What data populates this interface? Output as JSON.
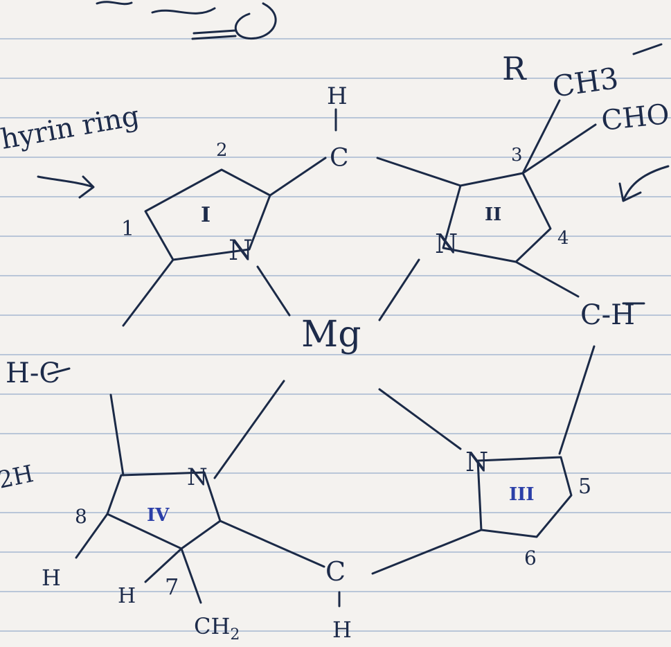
{
  "diagram": {
    "heading_fragment": "Ɑ",
    "ring_label": "hyrin ring",
    "top_right_text": [
      "CH3",
      "CHO",
      "R"
    ],
    "center": "Mg",
    "nitrogen": "N",
    "carbon": "C",
    "hydrogen": "H",
    "ch2": "CH",
    "ch2_sub": "2",
    "ring_numerals": [
      "I",
      "II",
      "III",
      "IV"
    ],
    "position_numbers": [
      "1",
      "2",
      "3",
      "4",
      "5",
      "6",
      "7",
      "8"
    ],
    "left_margin": "2H",
    "c_h_right": "C-H",
    "h_c_left": "H-C",
    "arrow_glyph": "→"
  },
  "colors": {
    "ink": "#1b2a47",
    "blue_ink": "#2b3fa8",
    "paper": "#f4f2ef",
    "rule_line": "#b9c6d8"
  }
}
